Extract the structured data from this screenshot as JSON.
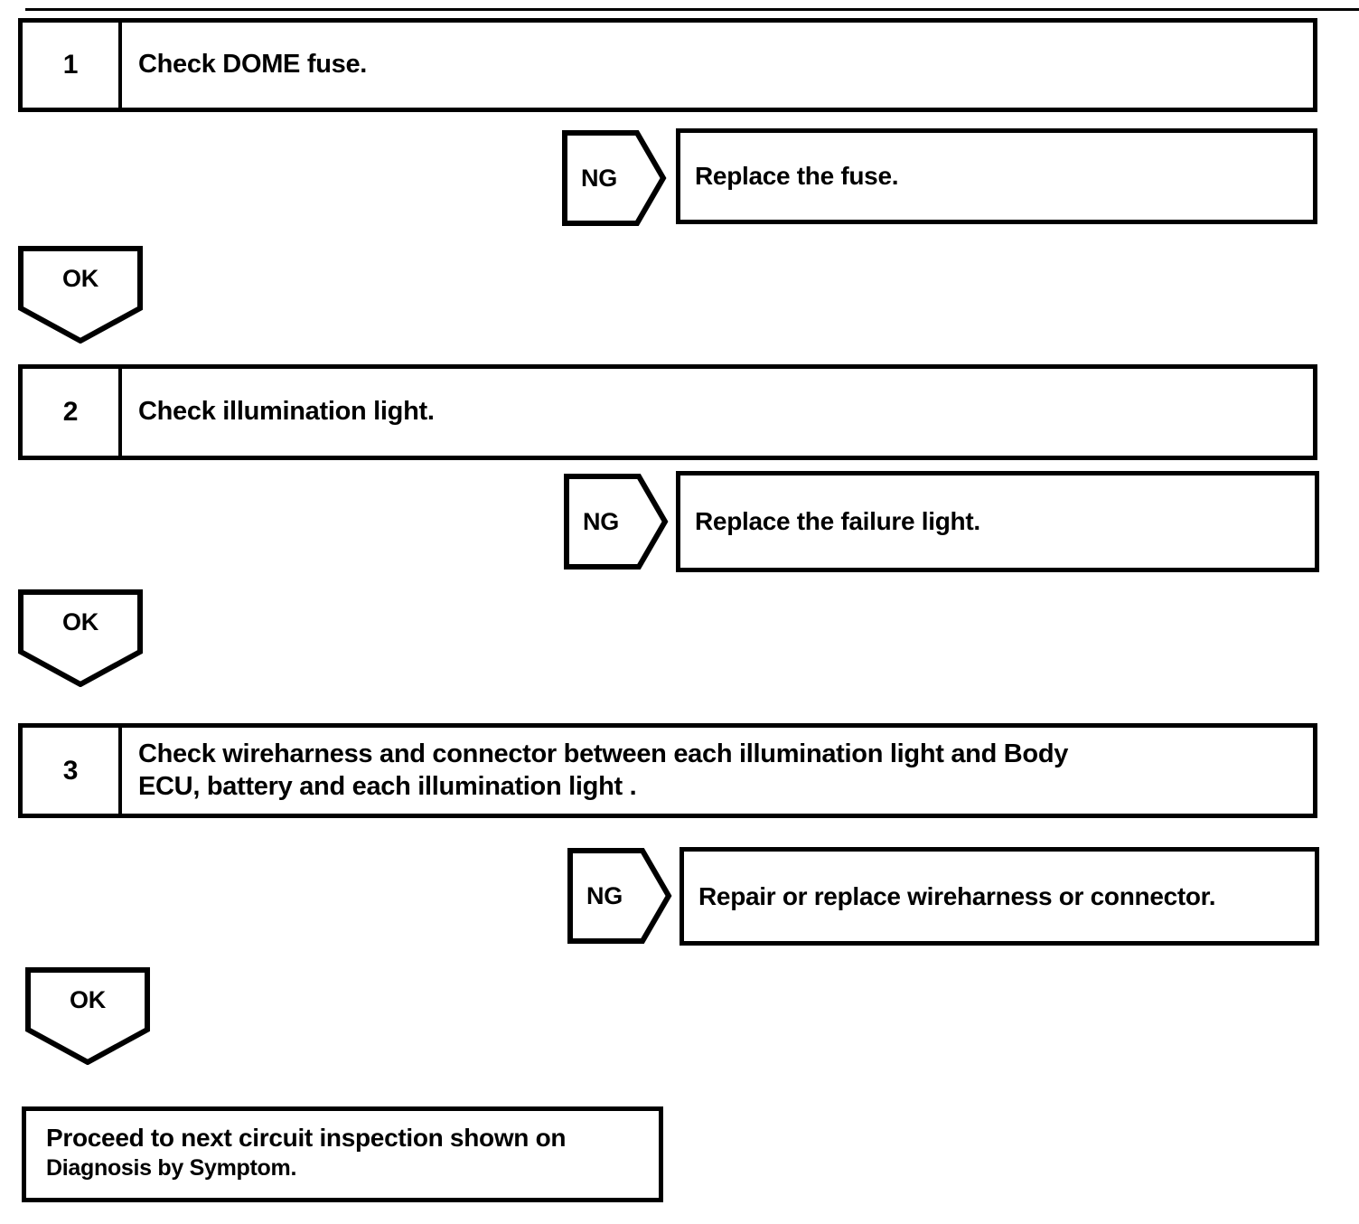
{
  "colors": {
    "ink": "#000000",
    "background": "#ffffff"
  },
  "steps": [
    {
      "number": "1",
      "title_lines": [
        "Check DOME fuse."
      ],
      "ng": {
        "label": "NG",
        "action": "Replace the fuse."
      },
      "ok": {
        "label": "OK"
      }
    },
    {
      "number": "2",
      "title_lines": [
        "Check illumination light."
      ],
      "ng": {
        "label": "NG",
        "action": "Replace the failure light."
      },
      "ok": {
        "label": "OK"
      }
    },
    {
      "number": "3",
      "title_lines": [
        "Check wireharness and connector between each illumination light and Body",
        "ECU, battery and each illumination light ."
      ],
      "ng": {
        "label": "NG",
        "action": "Repair or replace wireharness or connector."
      },
      "ok": {
        "label": "OK"
      }
    }
  ],
  "result": {
    "lines": [
      "Proceed to next circuit inspection shown on",
      "Diagnosis by Symptom."
    ]
  }
}
